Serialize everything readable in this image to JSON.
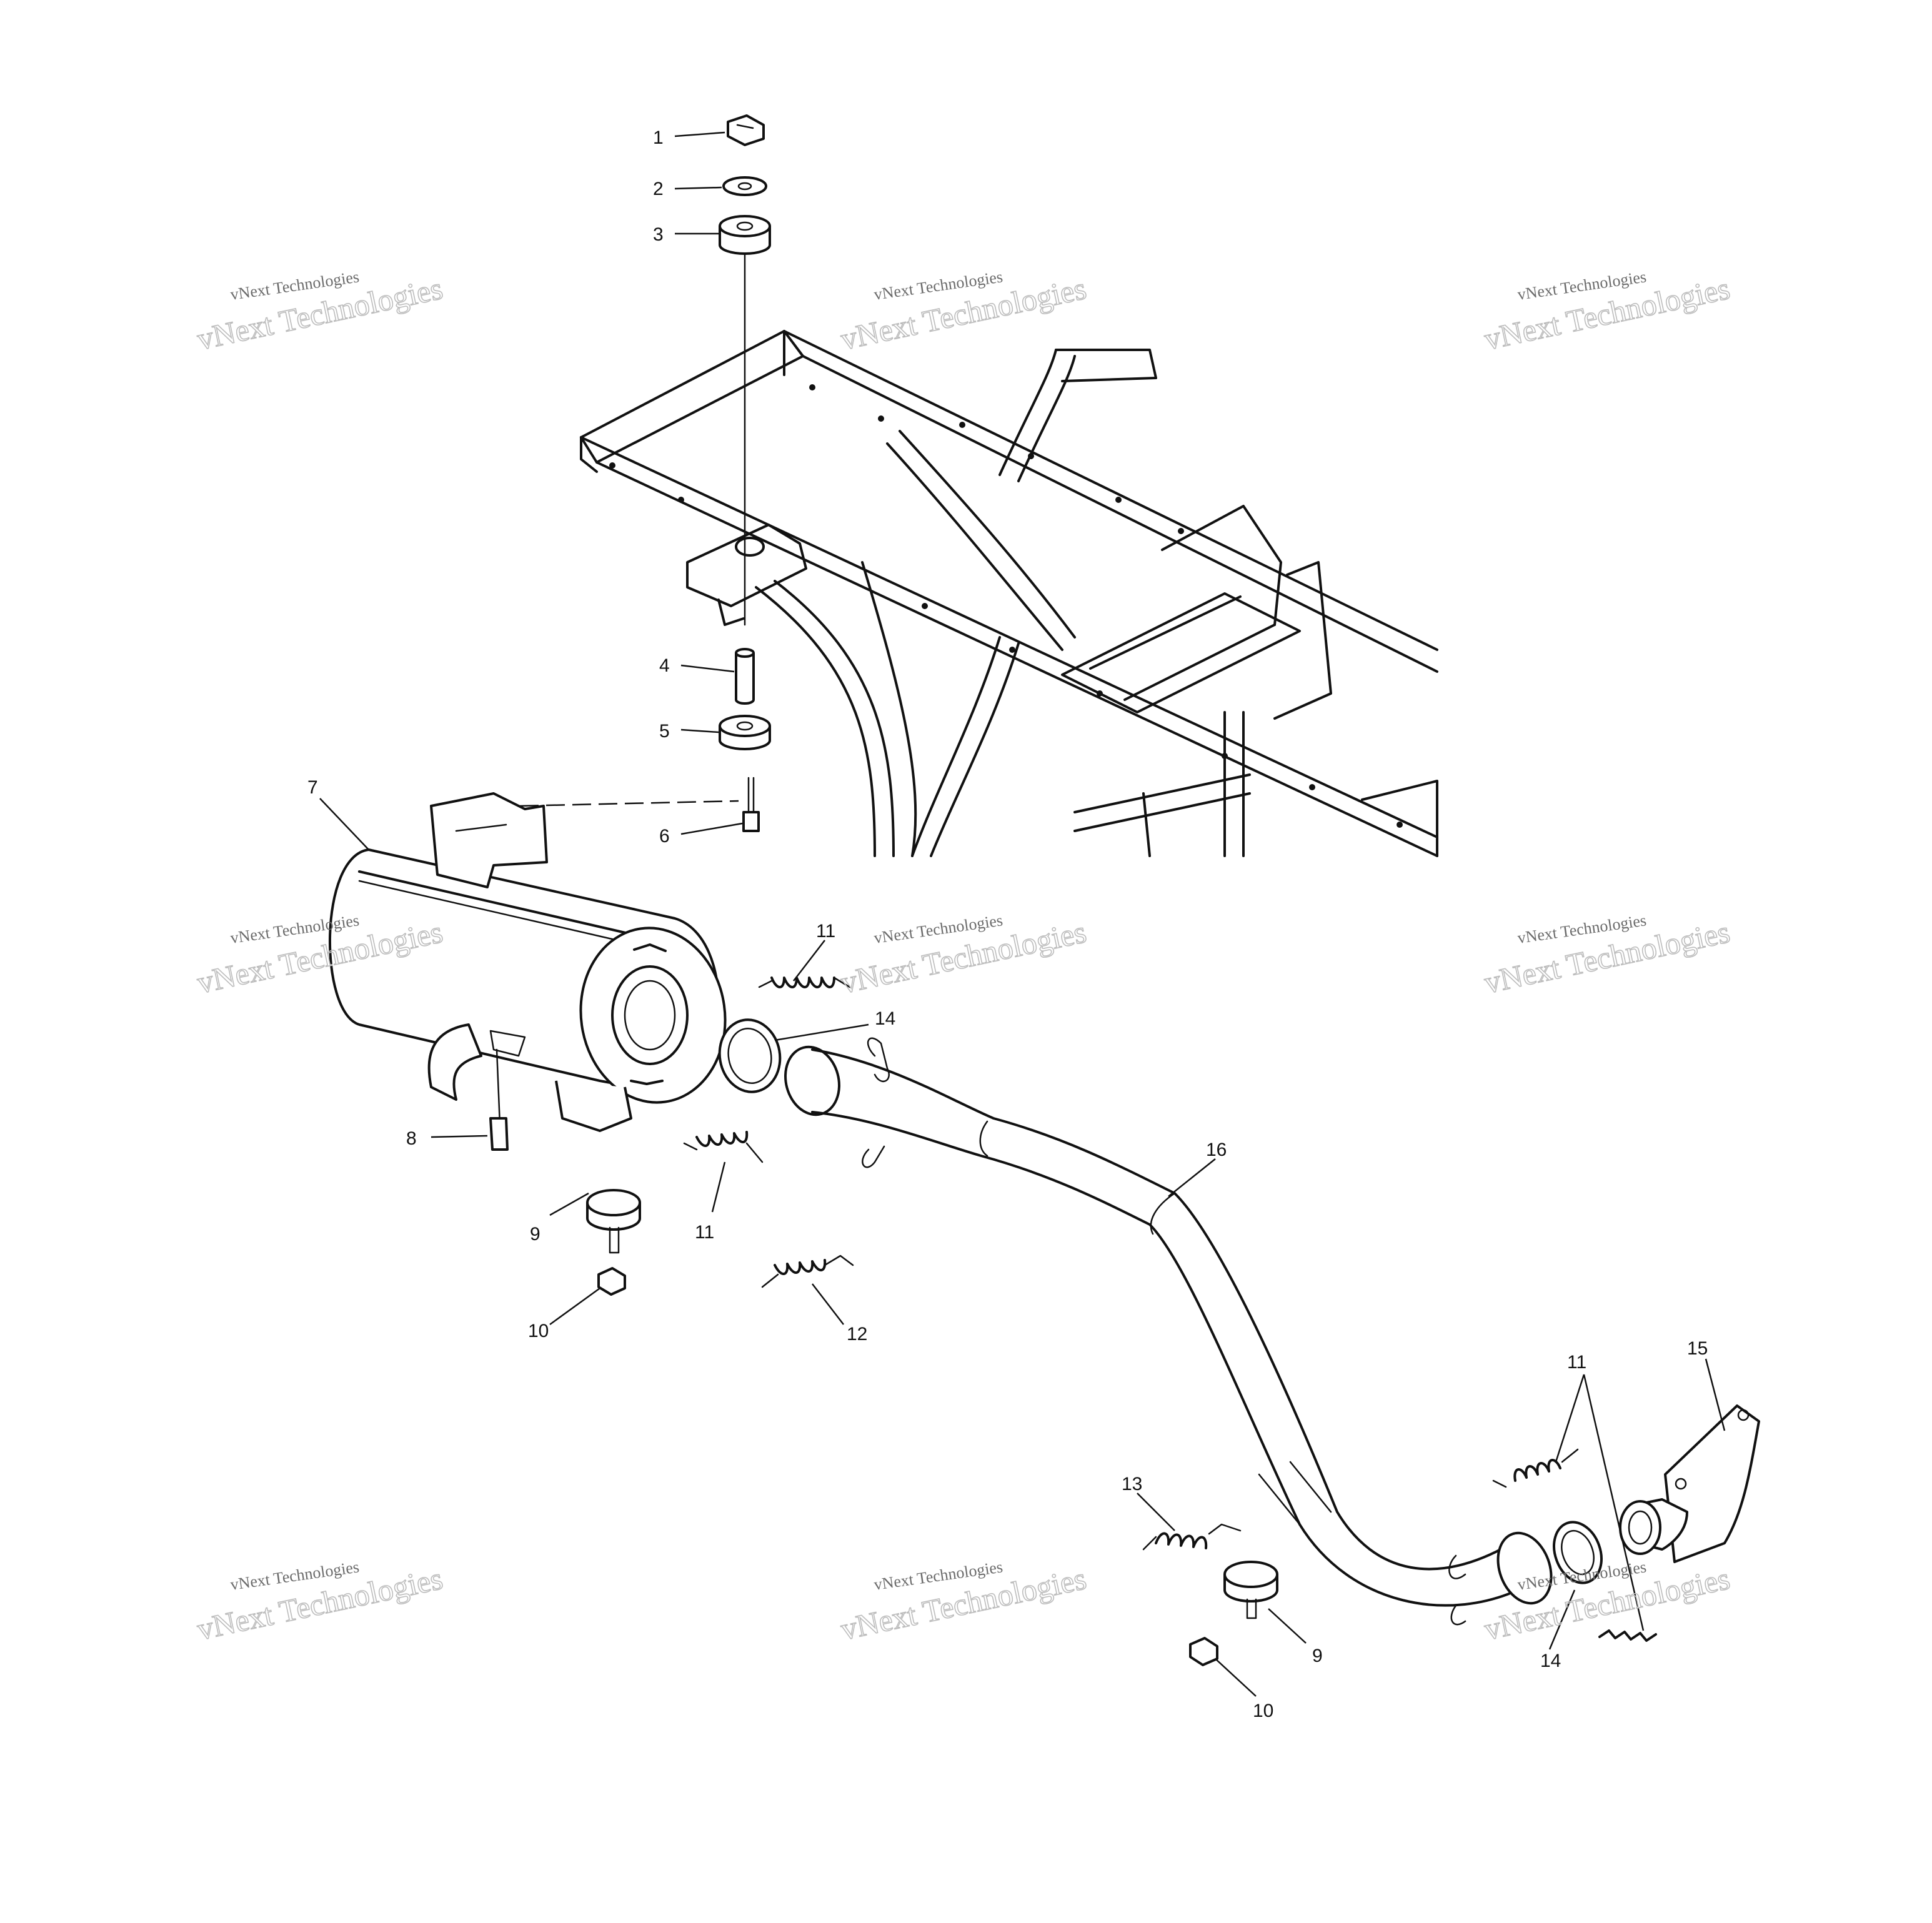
{
  "diagram": {
    "callouts": {
      "c1": "1",
      "c2": "2",
      "c3": "3",
      "c4": "4",
      "c5": "5",
      "c6": "6",
      "c7": "7",
      "c8": "8",
      "c9a": "9",
      "c9b": "9",
      "c10a": "10",
      "c10b": "10",
      "c11a": "11",
      "c11b": "11",
      "c11c": "11",
      "c12": "12",
      "c13": "13",
      "c14a": "14",
      "c14b": "14",
      "c15": "15",
      "c16": "16"
    },
    "watermark": {
      "line1": "vNext Technologies",
      "line2": "vNext Technologies"
    }
  },
  "colors": {
    "ink": "#111111",
    "background": "#ffffff",
    "watermark": "#bdbdbd"
  }
}
